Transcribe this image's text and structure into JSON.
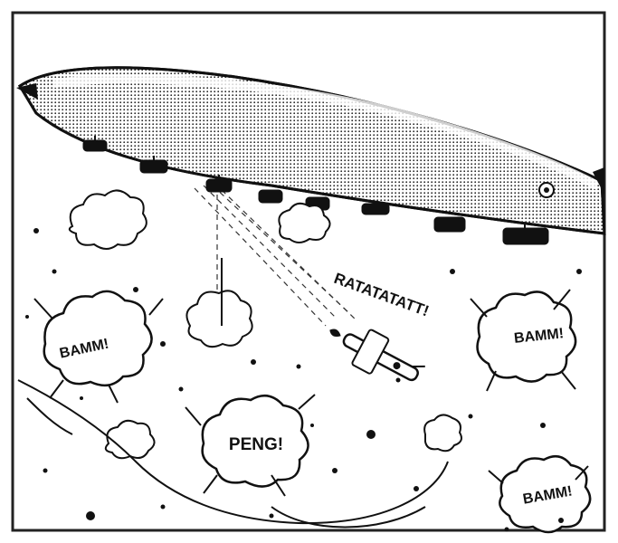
{
  "panel": {
    "sound_effects": {
      "bamm_left": "BAMM!",
      "bamm_right": "BAMM!",
      "bamm_bottom": "BAMM!",
      "peng": "PENG!",
      "ratatatatt": "RATATATATT!"
    }
  },
  "colors": {
    "ink": "#111111",
    "paper": "#ffffff",
    "border": "#222222"
  }
}
